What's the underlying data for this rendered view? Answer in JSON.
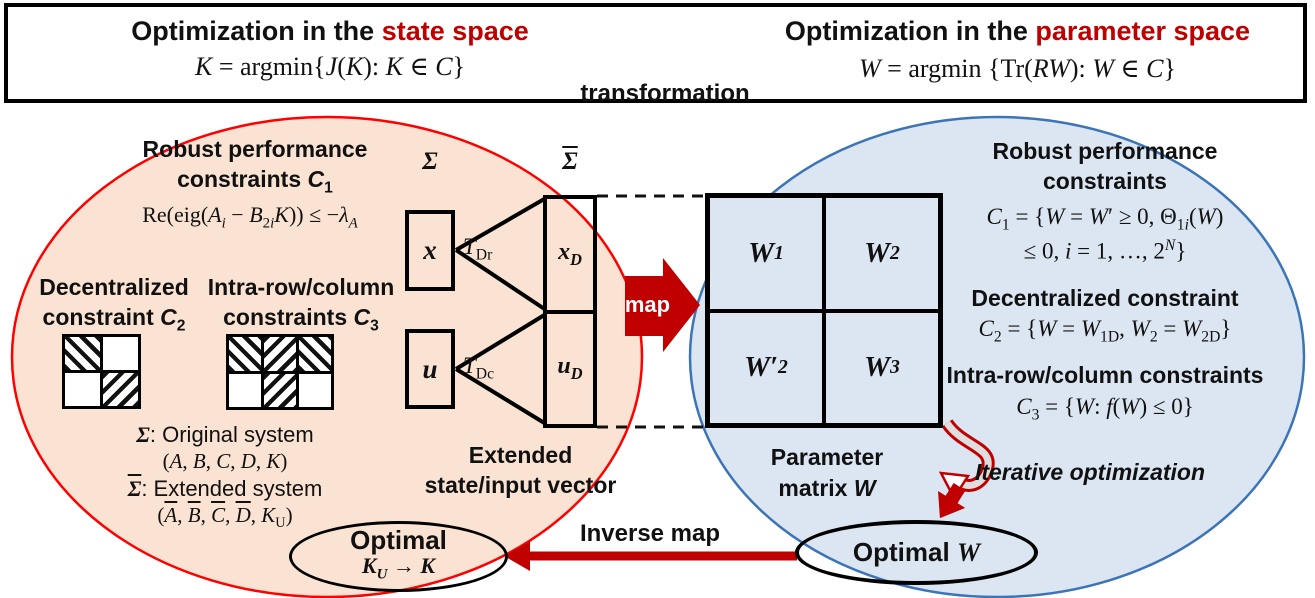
{
  "colors": {
    "accent_red": "#c00000",
    "state_space_fill": "#fbe3d3",
    "state_space_border": "#ff0000",
    "parameter_space_fill": "#dbe6f2",
    "parameter_space_border": "#3c74b8",
    "transformation_arrow_blue": "#3333ee"
  },
  "header": {
    "left": {
      "title_prefix": "Optimization in the ",
      "title_accent": "state space",
      "equation": "<i>K</i> = argmin{<i>J</i>(<i>K</i>): <i>K</i> ∈ <i>C</i>}"
    },
    "right": {
      "title_prefix": "Optimization in the ",
      "title_accent": "parameter space",
      "equation": "<i>W</i> = argmin {Tr(<i>RW</i>): <i>W</i> ∈ <i>C</i>}"
    },
    "transformation_label": "transformation"
  },
  "state_space": {
    "robust_heading_1": "Robust performance",
    "robust_heading_2": "constraints <i>C</i><sub>1</sub>",
    "robust_eq": "Re(eig(<i>A<sub>i</sub></i> − <i>B</i><sub>2<i>i</i></sub><i>K</i>)) ≤ −<i>λ<sub>A</sub></i>",
    "decentralized_heading_1": "Decentralized",
    "decentralized_heading_2": "constraint <i>C</i><sub>2</sub>",
    "intra_heading_1": "Intra-row/column",
    "intra_heading_2": "constraints <i>C</i><sub>3</sub>",
    "sigma_label": "<i>Σ</i>",
    "sigma_bar_label": "<span class='ov'><i>Σ</i></span>",
    "x_label": "<i>x</i>",
    "u_label": "<i>u</i>",
    "xd_label": "<i>x</i><sub>D</sub>",
    "ud_label": "<i>u</i><sub>D</sub>",
    "tdr_label": "<i>T</i><sub>Dr</sub>",
    "tdc_label": "<i>T</i><sub>Dc</sub>",
    "legend_sigma": "<b class='ser'><i>Σ</i></b>: Original system",
    "legend_sigma_params": "(<i>A</i>, <i>B</i>, <i>C</i>, <i>D</i>, <i>K</i>)",
    "legend_sigma_bar": "<b class='ser'><i><span class='ov'>Σ</span></i></b>: Extended system",
    "legend_sigma_bar_params": "(<span class='ov'><i>A</i></span>, <span class='ov'><i>B</i></span>, <span class='ov'><i>C</i></span>, <span class='ov'><i>D</i></span>, <i>K</i><sub>U</sub>)",
    "extended_caption_1": "Extended",
    "extended_caption_2": "state/input vector",
    "optimal_line1": "Optimal",
    "optimal_line2": "<i>K</i><sub>U</sub> → <i>K</i>",
    "constraint_grids": {
      "c2_pattern": [
        [
          "hatch-back",
          "empty"
        ],
        [
          "empty",
          "hatch-fwd"
        ]
      ],
      "c3_pattern": [
        [
          "hatch-back",
          "hatch-fwd",
          "hatch-back"
        ],
        [
          "empty",
          "hatch-fwd",
          "empty"
        ]
      ]
    }
  },
  "map_label": "map",
  "inverse_map_label": "Inverse map",
  "parameter_space": {
    "robust_heading_1": "Robust performance",
    "robust_heading_2": "constraints",
    "c1_eq_1": "<i>C</i><sub>1</sub> = {<i>W</i> = <i>W</i>′ ≥ 0, Θ<sub>1<i>i</i></sub>(<i>W</i>)",
    "c1_eq_2": "≤ 0, <i>i</i> = 1, …, 2<sup><i>N</i></sup>}",
    "decentralized_heading": "Decentralized constraint",
    "c2_eq": "<i>C</i><sub>2</sub> = {<i>W</i> = <i>W</i><sub>1D</sub>, <i>W</i><sub>2</sub> = <i>W</i><sub>2D</sub>}",
    "intra_heading": "Intra-row/column constraints",
    "c3_eq": "<i>C</i><sub>3</sub> = {<i>W</i>: <i>f</i>(<i>W</i>) ≤ 0}",
    "matrix_cells": {
      "w1": "<i>W</i><sub>1</sub>",
      "w2": "<i>W</i><sub>2</sub>",
      "w2p": "<i>W</i>′<sub>2</sub>",
      "w3": "<i>W</i><sub>3</sub>"
    },
    "matrix_caption_1": "Parameter",
    "matrix_caption_2": "matrix <i>W</i>",
    "iterative_label": "Iterative optimization",
    "optimal_label": "Optimal <span class='ser'><i>W</i></span>"
  }
}
